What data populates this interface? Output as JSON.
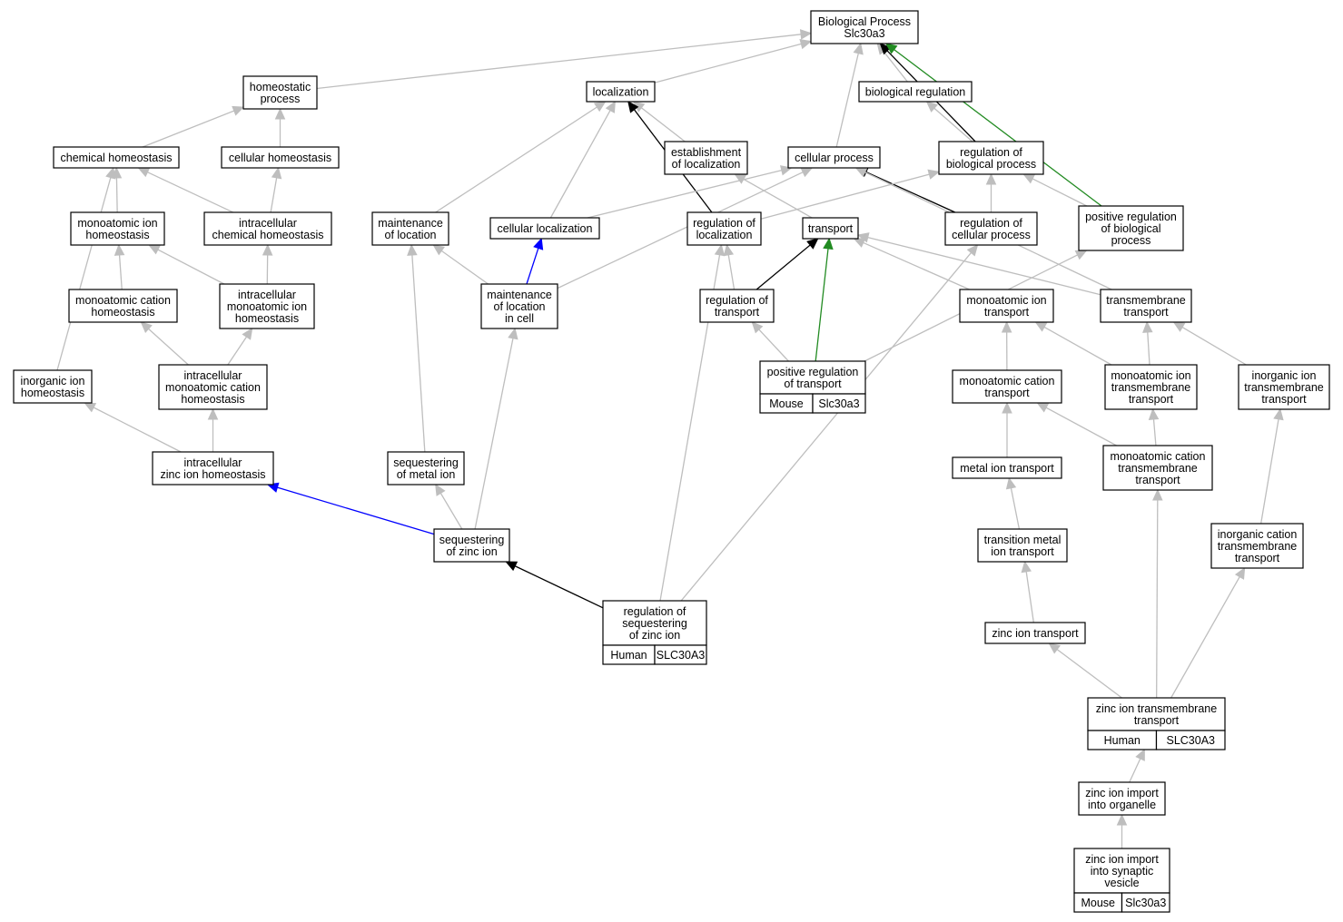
{
  "nodes": [
    {
      "id": "bp",
      "lines": [
        "Biological Process",
        "Slc30a3"
      ]
    },
    {
      "id": "homeo",
      "lines": [
        "homeostatic",
        "process"
      ]
    },
    {
      "id": "loc",
      "lines": [
        "localization"
      ]
    },
    {
      "id": "bioreg",
      "lines": [
        "biological regulation"
      ]
    },
    {
      "id": "chemhomeo",
      "lines": [
        "chemical homeostasis"
      ]
    },
    {
      "id": "cellhomeo",
      "lines": [
        "cellular homeostasis"
      ]
    },
    {
      "id": "estloc",
      "lines": [
        "establishment",
        "of localization"
      ]
    },
    {
      "id": "cellproc",
      "lines": [
        "cellular process"
      ]
    },
    {
      "id": "regbp",
      "lines": [
        "regulation of",
        "biological process"
      ]
    },
    {
      "id": "monoionhomeo",
      "lines": [
        "monoatomic ion",
        "homeostasis"
      ]
    },
    {
      "id": "intrachem",
      "lines": [
        "intracellular",
        "chemical homeostasis"
      ]
    },
    {
      "id": "mainloc",
      "lines": [
        "maintenance",
        "of location"
      ]
    },
    {
      "id": "cellloc",
      "lines": [
        "cellular localization"
      ]
    },
    {
      "id": "regloc",
      "lines": [
        "regulation of",
        "localization"
      ]
    },
    {
      "id": "transport",
      "lines": [
        "transport"
      ]
    },
    {
      "id": "regcell",
      "lines": [
        "regulation of",
        "cellular process"
      ]
    },
    {
      "id": "posregbp",
      "lines": [
        "positive regulation",
        "of biological",
        "process"
      ]
    },
    {
      "id": "monocathomeo",
      "lines": [
        "monoatomic cation",
        "homeostasis"
      ]
    },
    {
      "id": "intramonoion",
      "lines": [
        "intracellular",
        "monoatomic ion",
        "homeostasis"
      ]
    },
    {
      "id": "mainlocincell",
      "lines": [
        "maintenance",
        "of location",
        "in cell"
      ]
    },
    {
      "id": "regtransport",
      "lines": [
        "regulation of",
        "transport"
      ]
    },
    {
      "id": "monoiontransport",
      "lines": [
        "monoatomic ion",
        "transport"
      ]
    },
    {
      "id": "tmtransport",
      "lines": [
        "transmembrane",
        "transport"
      ]
    },
    {
      "id": "inorgionhomeo",
      "lines": [
        "inorganic ion",
        "homeostasis"
      ]
    },
    {
      "id": "intramonocat",
      "lines": [
        "intracellular",
        "monoatomic cation",
        "homeostasis"
      ]
    },
    {
      "id": "posregtransport",
      "lines": [
        "positive regulation",
        "of transport"
      ],
      "annotation": [
        "Mouse",
        "Slc30a3"
      ],
      "annotation_color": "#add8e6"
    },
    {
      "id": "monocattransport",
      "lines": [
        "monoatomic cation",
        "transport"
      ]
    },
    {
      "id": "monoiontm",
      "lines": [
        "monoatomic ion",
        "transmembrane",
        "transport"
      ]
    },
    {
      "id": "inorgiontm",
      "lines": [
        "inorganic ion",
        "transmembrane",
        "transport"
      ]
    },
    {
      "id": "intrazinc",
      "lines": [
        "intracellular",
        "zinc ion homeostasis"
      ]
    },
    {
      "id": "seqmetal",
      "lines": [
        "sequestering",
        "of metal ion"
      ]
    },
    {
      "id": "metaliontransport",
      "lines": [
        "metal ion transport"
      ]
    },
    {
      "id": "monocattm",
      "lines": [
        "monoatomic cation",
        "transmembrane",
        "transport"
      ]
    },
    {
      "id": "seqzinc",
      "lines": [
        "sequestering",
        "of zinc ion"
      ]
    },
    {
      "id": "transmetal",
      "lines": [
        "transition metal",
        "ion transport"
      ]
    },
    {
      "id": "inorgcattm",
      "lines": [
        "inorganic cation",
        "transmembrane",
        "transport"
      ]
    },
    {
      "id": "regseqzinc",
      "lines": [
        "regulation of",
        "sequestering",
        "of zinc ion"
      ],
      "annotation": [
        "Human",
        "SLC30A3"
      ],
      "annotation_color": "#ff6347"
    },
    {
      "id": "zinctransport",
      "lines": [
        "zinc ion transport"
      ]
    },
    {
      "id": "zinctm",
      "lines": [
        "zinc ion transmembrane",
        "transport"
      ],
      "annotation": [
        "Human",
        "SLC30A3"
      ],
      "annotation_color": "#ff6347"
    },
    {
      "id": "zincorganelle",
      "lines": [
        "zinc ion import",
        "into organelle"
      ]
    },
    {
      "id": "zincsynaptic",
      "lines": [
        "zinc ion import",
        "into synaptic",
        "vesicle"
      ],
      "annotation": [
        "Mouse",
        "Slc30a3"
      ],
      "annotation_color": "#add8e6"
    }
  ],
  "edges": [
    {
      "from": "homeo",
      "to": "bp",
      "color": "#bebebe"
    },
    {
      "from": "loc",
      "to": "bp",
      "color": "#bebebe"
    },
    {
      "from": "bioreg",
      "to": "bp",
      "color": "#bebebe"
    },
    {
      "from": "cellproc",
      "to": "bp",
      "color": "#bebebe"
    },
    {
      "from": "regbp",
      "to": "bp",
      "color": "#000000"
    },
    {
      "from": "posregbp",
      "to": "bp",
      "color": "#228b22"
    },
    {
      "from": "chemhomeo",
      "to": "homeo",
      "color": "#bebebe"
    },
    {
      "from": "cellhomeo",
      "to": "homeo",
      "color": "#bebebe"
    },
    {
      "from": "estloc",
      "to": "loc",
      "color": "#bebebe"
    },
    {
      "from": "mainloc",
      "to": "loc",
      "color": "#bebebe"
    },
    {
      "from": "cellloc",
      "to": "loc",
      "color": "#bebebe"
    },
    {
      "from": "regloc",
      "to": "loc",
      "color": "#000000"
    },
    {
      "from": "regbp",
      "to": "bioreg",
      "color": "#bebebe"
    },
    {
      "from": "monoionhomeo",
      "to": "chemhomeo",
      "color": "#bebebe"
    },
    {
      "from": "intrachem",
      "to": "chemhomeo",
      "color": "#bebebe"
    },
    {
      "from": "inorgionhomeo",
      "to": "chemhomeo",
      "color": "#bebebe"
    },
    {
      "from": "intrachem",
      "to": "cellhomeo",
      "color": "#bebebe"
    },
    {
      "from": "transport",
      "to": "estloc",
      "color": "#bebebe"
    },
    {
      "from": "cellloc",
      "to": "cellproc",
      "color": "#bebebe"
    },
    {
      "from": "mainlocincell",
      "to": "cellproc",
      "color": "#bebebe"
    },
    {
      "from": "regcell",
      "to": "cellproc",
      "color": "#000000"
    },
    {
      "from": "tmtransport",
      "to": "cellproc",
      "color": "#bebebe"
    },
    {
      "from": "regloc",
      "to": "regbp",
      "color": "#bebebe"
    },
    {
      "from": "regcell",
      "to": "regbp",
      "color": "#bebebe"
    },
    {
      "from": "posregbp",
      "to": "regbp",
      "color": "#bebebe"
    },
    {
      "from": "monocathomeo",
      "to": "monoionhomeo",
      "color": "#bebebe"
    },
    {
      "from": "intramonoion",
      "to": "monoionhomeo",
      "color": "#bebebe"
    },
    {
      "from": "intramonoion",
      "to": "intrachem",
      "color": "#bebebe"
    },
    {
      "from": "mainlocincell",
      "to": "mainloc",
      "color": "#bebebe"
    },
    {
      "from": "seqmetal",
      "to": "mainloc",
      "color": "#bebebe"
    },
    {
      "from": "mainlocincell",
      "to": "cellloc",
      "color": "#0000ff"
    },
    {
      "from": "regtransport",
      "to": "regloc",
      "color": "#bebebe"
    },
    {
      "from": "regseqzinc",
      "to": "regloc",
      "color": "#bebebe"
    },
    {
      "from": "regtransport",
      "to": "transport",
      "color": "#000000"
    },
    {
      "from": "posregtransport",
      "to": "transport",
      "color": "#228b22"
    },
    {
      "from": "monoiontransport",
      "to": "transport",
      "color": "#bebebe"
    },
    {
      "from": "tmtransport",
      "to": "transport",
      "color": "#bebebe"
    },
    {
      "from": "regseqzinc",
      "to": "regcell",
      "color": "#bebebe"
    },
    {
      "from": "posregtransport",
      "to": "posregbp",
      "color": "#bebebe"
    },
    {
      "from": "intramonocat",
      "to": "monocathomeo",
      "color": "#bebebe"
    },
    {
      "from": "intramonocat",
      "to": "intramonoion",
      "color": "#bebebe"
    },
    {
      "from": "seqzinc",
      "to": "mainlocincell",
      "color": "#bebebe"
    },
    {
      "from": "posregtransport",
      "to": "regtransport",
      "color": "#bebebe"
    },
    {
      "from": "monocattransport",
      "to": "monoiontransport",
      "color": "#bebebe"
    },
    {
      "from": "monoiontm",
      "to": "monoiontransport",
      "color": "#bebebe"
    },
    {
      "from": "monoiontm",
      "to": "tmtransport",
      "color": "#bebebe"
    },
    {
      "from": "inorgiontm",
      "to": "tmtransport",
      "color": "#bebebe"
    },
    {
      "from": "intrazinc",
      "to": "inorgionhomeo",
      "color": "#bebebe"
    },
    {
      "from": "intrazinc",
      "to": "intramonocat",
      "color": "#bebebe"
    },
    {
      "from": "metaliontransport",
      "to": "monocattransport",
      "color": "#bebebe"
    },
    {
      "from": "monocattm",
      "to": "monocattransport",
      "color": "#bebebe"
    },
    {
      "from": "monocattm",
      "to": "monoiontm",
      "color": "#bebebe"
    },
    {
      "from": "inorgcattm",
      "to": "inorgiontm",
      "color": "#bebebe"
    },
    {
      "from": "seqzinc",
      "to": "intrazinc",
      "color": "#0000ff"
    },
    {
      "from": "seqzinc",
      "to": "seqmetal",
      "color": "#bebebe"
    },
    {
      "from": "transmetal",
      "to": "metaliontransport",
      "color": "#bebebe"
    },
    {
      "from": "zinctm",
      "to": "monocattm",
      "color": "#bebebe"
    },
    {
      "from": "regseqzinc",
      "to": "seqzinc",
      "color": "#000000"
    },
    {
      "from": "zinctransport",
      "to": "transmetal",
      "color": "#bebebe"
    },
    {
      "from": "zinctm",
      "to": "inorgcattm",
      "color": "#bebebe"
    },
    {
      "from": "zinctm",
      "to": "zinctransport",
      "color": "#bebebe"
    },
    {
      "from": "zincorganelle",
      "to": "zinctm",
      "color": "#bebebe"
    },
    {
      "from": "zincsynaptic",
      "to": "zincorganelle",
      "color": "#bebebe"
    }
  ]
}
